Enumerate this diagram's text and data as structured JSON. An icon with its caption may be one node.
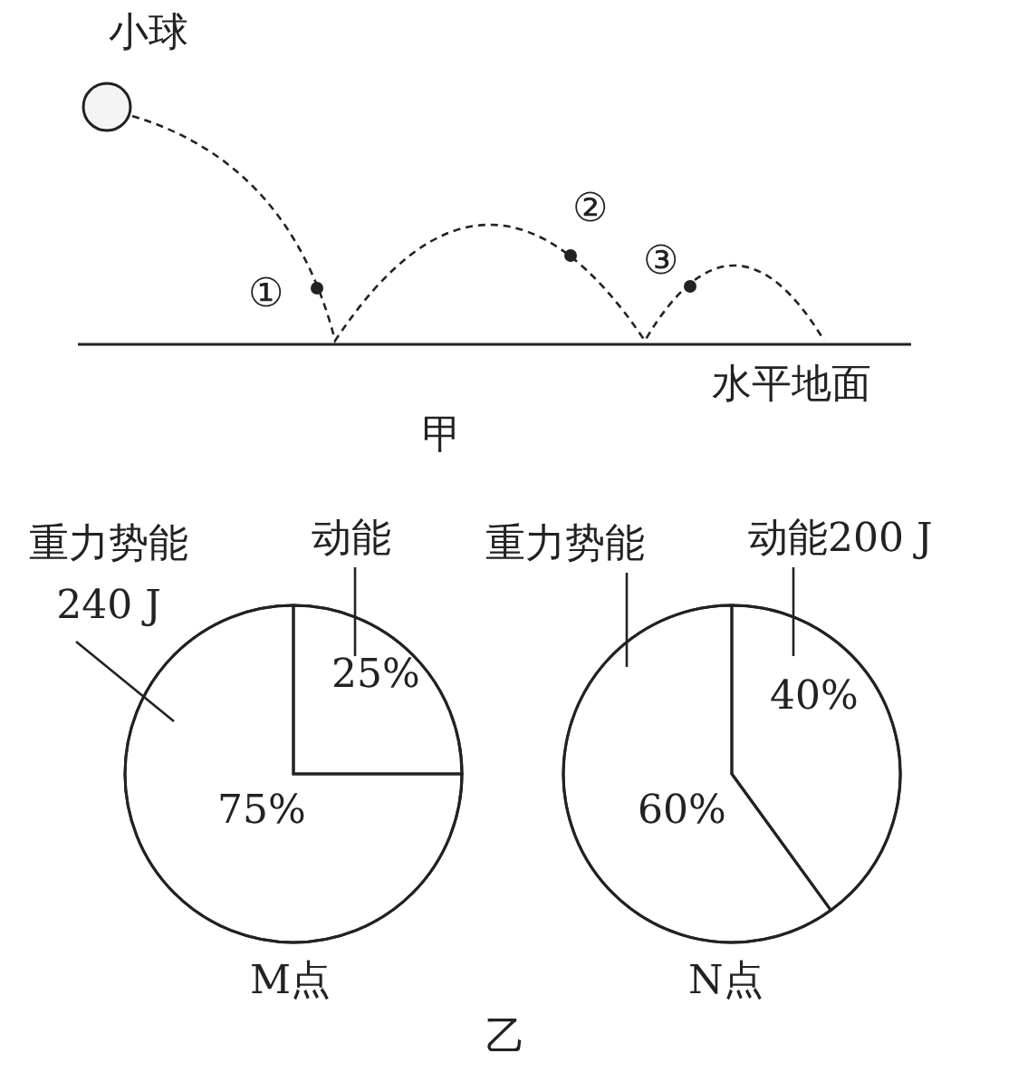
{
  "diagram": {
    "nodes": [
      {
        "text": [
          "重力势能 240 J"
        ]
      },
      {
        "text": [
          "动能"
        ]
      },
      {
        "text": [],
        "shape": "circle",
        "beside": [
          "M点"
        ]
      },
      {
        "text": [
          "25%"
        ],
        "in": 2
      },
      {
        "text": [
          "75%"
        ],
        "in": 2
      },
      {
        "text": [
          "重力势能"
        ]
      },
      {
        "text": [
          "动能200 J"
        ]
      },
      {
        "text": [],
        "shape": "circle",
        "beside": [
          "N点"
        ]
      },
      {
        "text": [
          "40%"
        ],
        "in": 7
      },
      {
        "text": [
          "60%"
        ],
        "in": 7
      }
    ],
    "edges": [
      {
        "from": 0,
        "to": 4,
        "arrow": "none"
      },
      {
        "from": 1,
        "to": 3,
        "arrow": "none"
      },
      {
        "from": 5,
        "to": 9,
        "arrow": "none"
      },
      {
        "from": 6,
        "to": 8,
        "arrow": "none"
      }
    ],
    "labels": [
      "小球",
      "②",
      "①",
      "③",
      "水平地面",
      "甲",
      "乙"
    ]
  }
}
